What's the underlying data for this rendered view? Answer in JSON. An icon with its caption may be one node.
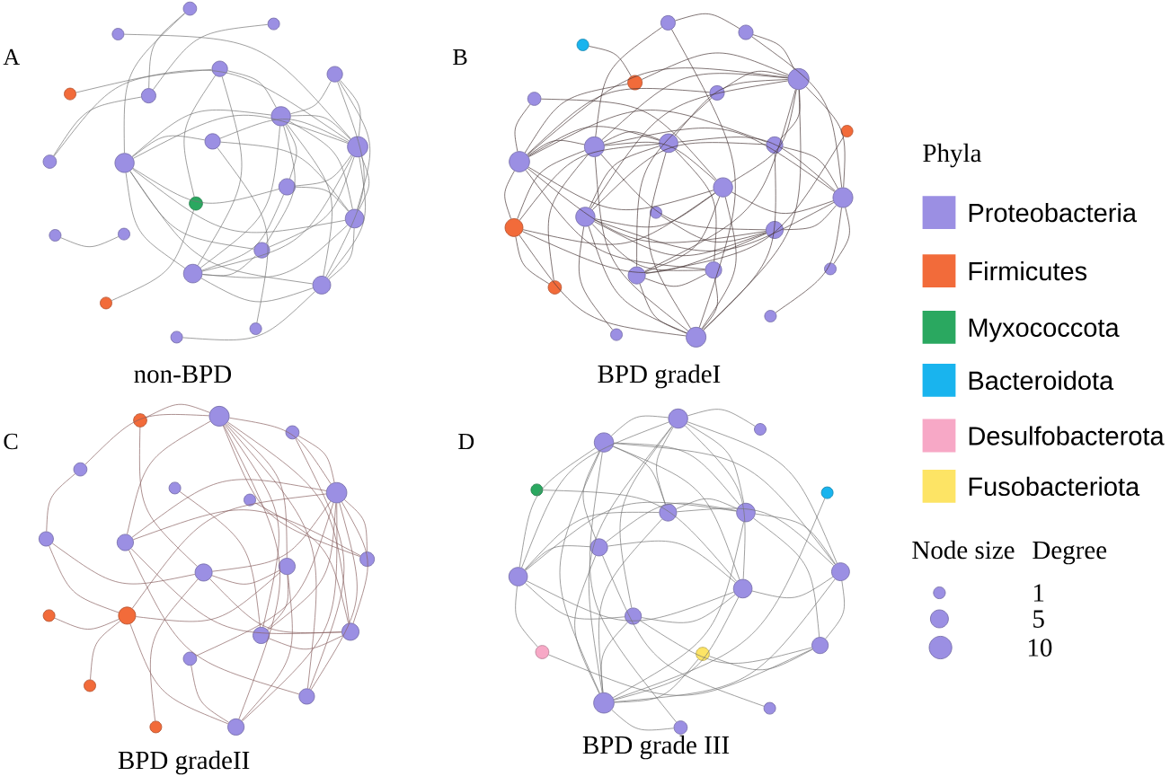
{
  "diagram": {
    "nodes": [
      {
        "text": [],
        "shape": "circle"
      },
      {
        "text": [],
        "shape": "circle"
      },
      {
        "text": [],
        "shape": "circle"
      },
      {
        "text": [],
        "shape": "circle"
      },
      {
        "text": [],
        "shape": "circle"
      },
      {
        "text": [],
        "shape": "circle"
      },
      {
        "text": [],
        "shape": "circle"
      },
      {
        "text": [],
        "shape": "circle"
      },
      {
        "text": [],
        "shape": "circle"
      },
      {
        "text": [],
        "shape": "circle"
      },
      {
        "text": [],
        "shape": "circle"
      },
      {
        "text": [],
        "shape": "circle"
      },
      {
        "text": [],
        "shape": "circle"
      },
      {
        "text": [],
        "shape": "circle"
      },
      {
        "text": [],
        "shape": "circle"
      },
      {
        "text": [],
        "shape": "circle"
      },
      {
        "text": [],
        "shape": "circle"
      },
      {
        "text": [],
        "shape": "circle"
      },
      {
        "text": [],
        "shape": "circle"
      },
      {
        "text": [],
        "shape": "circle"
      },
      {
        "text": [],
        "shape": "circle"
      },
      {
        "text": [],
        "shape": "circle"
      },
      {
        "text": [],
        "shape": "circle"
      },
      {
        "text": [],
        "shape": "circle"
      },
      {
        "text": [],
        "shape": "circle"
      },
      {
        "text": [],
        "shape": "circle"
      },
      {
        "text": [],
        "shape": "circle"
      },
      {
        "text": [],
        "shape": "circle"
      },
      {
        "text": [],
        "shape": "circle"
      },
      {
        "text": [],
        "shape": "circle"
      },
      {
        "text": [],
        "shape": "circle"
      },
      {
        "text": [],
        "shape": "circle"
      },
      {
        "text": [],
        "shape": "circle"
      },
      {
        "text": [],
        "shape": "circle"
      },
      {
        "text": [],
        "shape": "circle"
      },
      {
        "text": [],
        "shape": "circle"
      },
      {
        "text": [],
        "shape": "circle"
      },
      {
        "text": [],
        "shape": "circle"
      },
      {
        "text": [],
        "shape": "circle"
      },
      {
        "text": [],
        "shape": "circle"
      },
      {
        "text": [],
        "shape": "circle"
      },
      {
        "text": [],
        "shape": "circle"
      },
      {
        "text": [],
        "shape": "circle"
      },
      {
        "text": [],
        "shape": "circle"
      },
      {
        "text": [],
        "shape": "circle"
      },
      {
        "text": [],
        "shape": "circle"
      },
      {
        "text": [],
        "shape": "circle"
      },
      {
        "text": [],
        "shape": "circle"
      },
      {
        "text": [],
        "shape": "circle"
      },
      {
        "text": [],
        "shape": "circle"
      },
      {
        "text": [],
        "shape": "circle"
      },
      {
        "text": [],
        "shape": "circle"
      },
      {
        "text": [],
        "shape": "circle"
      },
      {
        "text": [],
        "shape": "circle"
      },
      {
        "text": [],
        "shape": "circle"
      },
      {
        "text": [],
        "shape": "circle"
      },
      {
        "text": [],
        "shape": "circle"
      },
      {
        "text": [],
        "shape": "circle"
      },
      {
        "text": [],
        "shape": "circle"
      },
      {
        "text": [],
        "shape": "circle"
      },
      {
        "text": [],
        "shape": "circle"
      },
      {
        "text": [],
        "shape": "circle"
      },
      {
        "text": [],
        "shape": "circle"
      },
      {
        "text": [],
        "shape": "circle"
      },
      {
        "text": [],
        "shape": "circle"
      },
      {
        "text": [],
        "shape": "circle"
      },
      {
        "text": [],
        "shape": "circle"
      },
      {
        "text": [],
        "shape": "circle"
      },
      {
        "text": [],
        "shape": "circle"
      },
      {
        "text": [],
        "shape": "circle"
      },
      {
        "text": [],
        "shape": "circle"
      },
      {
        "text": [],
        "shape": "circle"
      },
      {
        "text": [],
        "shape": "circle"
      },
      {
        "text": [],
        "shape": "circle"
      },
      {
        "text": [],
        "shape": "circle"
      },
      {
        "text": [],
        "shape": "circle"
      },
      {
        "text": [],
        "shape": "circle"
      },
      {
        "text": [],
        "shape": "circle"
      },
      {
        "text": [],
        "shape": "circle"
      },
      {
        "text": [],
        "shape": "circle"
      },
      {
        "text": [],
        "shape": "circle"
      },
      {
        "text": [],
        "shape": "circle"
      },
      {
        "text": [],
        "shape": "circle"
      },
      {
        "text": [],
        "shape": "circle"
      },
      {
        "text": [],
        "shape": "circle"
      },
      {
        "text": [],
        "shape": "circle"
      },
      {
        "text": [],
        "shape": "circle"
      }
    ],
    "edges": [
      {
        "from": 0,
        "to": 4,
        "arrow": "none"
      },
      {
        "from": 0,
        "to": 10,
        "arrow": "none"
      },
      {
        "from": 1,
        "to": 8,
        "arrow": "none"
      },
      {
        "from": 2,
        "to": 4,
        "arrow": "none"
      },
      {
        "from": 3,
        "to": 8,
        "arrow": "none"
      },
      {
        "from": 4,
        "to": 11,
        "arrow": "none"
      },
      {
        "from": 5,
        "to": 11,
        "arrow": "none"
      },
      {
        "from": 5,
        "to": 7,
        "arrow": "none"
      },
      {
        "from": 5,
        "to": 18,
        "arrow": "none"
      },
      {
        "from": 6,
        "to": 8,
        "arrow": "none"
      },
      {
        "from": 6,
        "to": 14,
        "arrow": "none"
      },
      {
        "from": 6,
        "to": 19,
        "arrow": "none"
      },
      {
        "from": 6,
        "to": 7,
        "arrow": "none"
      },
      {
        "from": 7,
        "to": 10,
        "arrow": "none"
      },
      {
        "from": 7,
        "to": 8,
        "arrow": "none"
      },
      {
        "from": 7,
        "to": 12,
        "arrow": "none"
      },
      {
        "from": 7,
        "to": 14,
        "arrow": "none"
      },
      {
        "from": 7,
        "to": 17,
        "arrow": "none"
      },
      {
        "from": 7,
        "to": 18,
        "arrow": "none"
      },
      {
        "from": 7,
        "to": 19,
        "arrow": "none"
      },
      {
        "from": 8,
        "to": 10,
        "arrow": "none"
      },
      {
        "from": 8,
        "to": 9,
        "arrow": "none"
      },
      {
        "from": 8,
        "to": 12,
        "arrow": "none"
      },
      {
        "from": 8,
        "to": 14,
        "arrow": "none"
      },
      {
        "from": 8,
        "to": 17,
        "arrow": "none"
      },
      {
        "from": 8,
        "to": 18,
        "arrow": "none"
      },
      {
        "from": 8,
        "to": 19,
        "arrow": "none"
      },
      {
        "from": 9,
        "to": 10,
        "arrow": "none"
      },
      {
        "from": 9,
        "to": 14,
        "arrow": "none"
      },
      {
        "from": 10,
        "to": 12,
        "arrow": "none"
      },
      {
        "from": 10,
        "to": 14,
        "arrow": "none"
      },
      {
        "from": 10,
        "to": 19,
        "arrow": "none"
      },
      {
        "from": 12,
        "to": 18,
        "arrow": "none"
      },
      {
        "from": 12,
        "to": 14,
        "arrow": "none"
      },
      {
        "from": 13,
        "to": 20,
        "arrow": "none"
      },
      {
        "from": 5,
        "to": 13,
        "arrow": "none"
      },
      {
        "from": 14,
        "to": 18,
        "arrow": "none"
      },
      {
        "from": 14,
        "to": 19,
        "arrow": "none"
      },
      {
        "from": 15,
        "to": 16,
        "arrow": "none"
      },
      {
        "from": 17,
        "to": 18,
        "arrow": "none"
      },
      {
        "from": 18,
        "to": 19,
        "arrow": "none"
      },
      {
        "from": 19,
        "to": 21,
        "arrow": "none"
      },
      {
        "from": 9,
        "to": 22,
        "arrow": "none"
      },
      {
        "from": 10,
        "to": 18,
        "arrow": "none"
      },
      {
        "from": 10,
        "to": 17,
        "arrow": "none"
      },
      {
        "from": 23,
        "to": 24,
        "arrow": "none",
        "color": "#4a3a3a"
      },
      {
        "from": 23,
        "to": 32,
        "arrow": "none",
        "color": "#4a3a3a"
      },
      {
        "from": 23,
        "to": 47,
        "arrow": "none",
        "color": "#4a3a3a"
      },
      {
        "from": 24,
        "to": 27,
        "arrow": "none",
        "color": "#4a3a3a"
      },
      {
        "from": 24,
        "to": 35,
        "arrow": "none",
        "color": "#4a3a3a"
      },
      {
        "from": 25,
        "to": 26,
        "arrow": "none",
        "color": "#4a3a3a"
      },
      {
        "from": 26,
        "to": 27,
        "arrow": "none",
        "color": "#4a3a3a"
      },
      {
        "from": 26,
        "to": 31,
        "arrow": "none",
        "color": "#4a3a3a"
      },
      {
        "from": 27,
        "to": 29,
        "arrow": "none",
        "color": "#4a3a3a"
      },
      {
        "from": 27,
        "to": 31,
        "arrow": "none",
        "color": "#4a3a3a"
      },
      {
        "from": 27,
        "to": 32,
        "arrow": "none",
        "color": "#4a3a3a"
      },
      {
        "from": 27,
        "to": 33,
        "arrow": "none",
        "color": "#4a3a3a"
      },
      {
        "from": 27,
        "to": 34,
        "arrow": "none",
        "color": "#4a3a3a"
      },
      {
        "from": 27,
        "to": 35,
        "arrow": "none",
        "color": "#4a3a3a"
      },
      {
        "from": 27,
        "to": 36,
        "arrow": "none",
        "color": "#4a3a3a"
      },
      {
        "from": 27,
        "to": 38,
        "arrow": "none",
        "color": "#4a3a3a"
      },
      {
        "from": 27,
        "to": 42,
        "arrow": "none",
        "color": "#4a3a3a"
      },
      {
        "from": 27,
        "to": 47,
        "arrow": "none",
        "color": "#4a3a3a"
      },
      {
        "from": 28,
        "to": 31,
        "arrow": "none",
        "color": "#4a3a3a"
      },
      {
        "from": 28,
        "to": 36,
        "arrow": "none",
        "color": "#4a3a3a"
      },
      {
        "from": 29,
        "to": 31,
        "arrow": "none",
        "color": "#4a3a3a"
      },
      {
        "from": 29,
        "to": 42,
        "arrow": "none",
        "color": "#4a3a3a"
      },
      {
        "from": 30,
        "to": 42,
        "arrow": "none",
        "color": "#4a3a3a"
      },
      {
        "from": 31,
        "to": 32,
        "arrow": "none",
        "color": "#4a3a3a"
      },
      {
        "from": 31,
        "to": 33,
        "arrow": "none",
        "color": "#4a3a3a"
      },
      {
        "from": 31,
        "to": 34,
        "arrow": "none",
        "color": "#4a3a3a"
      },
      {
        "from": 31,
        "to": 36,
        "arrow": "none",
        "color": "#4a3a3a"
      },
      {
        "from": 31,
        "to": 37,
        "arrow": "none",
        "color": "#4a3a3a"
      },
      {
        "from": 31,
        "to": 40,
        "arrow": "none",
        "color": "#4a3a3a"
      },
      {
        "from": 31,
        "to": 43,
        "arrow": "none",
        "color": "#4a3a3a"
      },
      {
        "from": 32,
        "to": 33,
        "arrow": "none",
        "color": "#4a3a3a"
      },
      {
        "from": 32,
        "to": 35,
        "arrow": "none",
        "color": "#4a3a3a"
      },
      {
        "from": 32,
        "to": 36,
        "arrow": "none",
        "color": "#4a3a3a"
      },
      {
        "from": 32,
        "to": 37,
        "arrow": "none",
        "color": "#4a3a3a"
      },
      {
        "from": 32,
        "to": 40,
        "arrow": "none",
        "color": "#4a3a3a"
      },
      {
        "from": 32,
        "to": 44,
        "arrow": "none",
        "color": "#4a3a3a"
      },
      {
        "from": 32,
        "to": 47,
        "arrow": "none",
        "color": "#4a3a3a"
      },
      {
        "from": 33,
        "to": 35,
        "arrow": "none",
        "color": "#4a3a3a"
      },
      {
        "from": 33,
        "to": 37,
        "arrow": "none",
        "color": "#4a3a3a"
      },
      {
        "from": 33,
        "to": 38,
        "arrow": "none",
        "color": "#4a3a3a"
      },
      {
        "from": 33,
        "to": 43,
        "arrow": "none",
        "color": "#4a3a3a"
      },
      {
        "from": 33,
        "to": 47,
        "arrow": "none",
        "color": "#4a3a3a"
      },
      {
        "from": 34,
        "to": 35,
        "arrow": "none",
        "color": "#4a3a3a"
      },
      {
        "from": 34,
        "to": 38,
        "arrow": "none",
        "color": "#4a3a3a"
      },
      {
        "from": 34,
        "to": 47,
        "arrow": "none",
        "color": "#4a3a3a"
      },
      {
        "from": 35,
        "to": 36,
        "arrow": "none",
        "color": "#4a3a3a"
      },
      {
        "from": 35,
        "to": 38,
        "arrow": "none",
        "color": "#4a3a3a"
      },
      {
        "from": 35,
        "to": 40,
        "arrow": "none",
        "color": "#4a3a3a"
      },
      {
        "from": 35,
        "to": 41,
        "arrow": "none",
        "color": "#4a3a3a"
      },
      {
        "from": 35,
        "to": 45,
        "arrow": "none",
        "color": "#4a3a3a"
      },
      {
        "from": 36,
        "to": 37,
        "arrow": "none",
        "color": "#4a3a3a"
      },
      {
        "from": 36,
        "to": 38,
        "arrow": "none",
        "color": "#4a3a3a"
      },
      {
        "from": 36,
        "to": 42,
        "arrow": "none",
        "color": "#4a3a3a"
      },
      {
        "from": 36,
        "to": 47,
        "arrow": "none",
        "color": "#4a3a3a"
      },
      {
        "from": 37,
        "to": 40,
        "arrow": "none",
        "color": "#4a3a3a"
      },
      {
        "from": 37,
        "to": 44,
        "arrow": "none",
        "color": "#4a3a3a"
      },
      {
        "from": 38,
        "to": 40,
        "arrow": "none",
        "color": "#4a3a3a"
      },
      {
        "from": 38,
        "to": 43,
        "arrow": "none",
        "color": "#4a3a3a"
      },
      {
        "from": 38,
        "to": 47,
        "arrow": "none",
        "color": "#4a3a3a"
      },
      {
        "from": 39,
        "to": 40,
        "arrow": "none",
        "color": "#4a3a3a"
      },
      {
        "from": 42,
        "to": 43,
        "arrow": "none",
        "color": "#4a3a3a"
      },
      {
        "from": 42,
        "to": 47,
        "arrow": "none",
        "color": "#4a3a3a"
      },
      {
        "from": 43,
        "to": 47,
        "arrow": "none",
        "color": "#4a3a3a"
      },
      {
        "from": 38,
        "to": 46,
        "arrow": "none",
        "color": "#4a3a3a"
      },
      {
        "from": 37,
        "to": 47,
        "arrow": "none",
        "color": "#4a3a3a"
      },
      {
        "from": 48,
        "to": 49,
        "arrow": "none",
        "color": "#8a6262"
      },
      {
        "from": 48,
        "to": 59,
        "arrow": "none",
        "color": "#8a6262"
      },
      {
        "from": 49,
        "to": 51,
        "arrow": "none",
        "color": "#8a6262"
      },
      {
        "from": 49,
        "to": 56,
        "arrow": "none",
        "color": "#8a6262"
      },
      {
        "from": 49,
        "to": 58,
        "arrow": "none",
        "color": "#8a6262"
      },
      {
        "from": 49,
        "to": 62,
        "arrow": "none",
        "color": "#8a6262"
      },
      {
        "from": 49,
        "to": 63,
        "arrow": "none",
        "color": "#8a6262"
      },
      {
        "from": 49,
        "to": 66,
        "arrow": "none",
        "color": "#8a6262"
      },
      {
        "from": 49,
        "to": 68,
        "arrow": "none",
        "color": "#8a6262"
      },
      {
        "from": 49,
        "to": 54,
        "arrow": "none",
        "color": "#8a6262"
      },
      {
        "from": 49,
        "to": 57,
        "arrow": "none",
        "color": "#8a6262"
      },
      {
        "from": 50,
        "to": 54,
        "arrow": "none",
        "color": "#8a6262"
      },
      {
        "from": 50,
        "to": 66,
        "arrow": "none",
        "color": "#8a6262"
      },
      {
        "from": 51,
        "to": 55,
        "arrow": "none",
        "color": "#8a6262"
      },
      {
        "from": 52,
        "to": 62,
        "arrow": "none",
        "color": "#8a6262"
      },
      {
        "from": 53,
        "to": 63,
        "arrow": "none",
        "color": "#8a6262"
      },
      {
        "from": 54,
        "to": 56,
        "arrow": "none",
        "color": "#8a6262"
      },
      {
        "from": 54,
        "to": 59,
        "arrow": "none",
        "color": "#8a6262"
      },
      {
        "from": 54,
        "to": 61,
        "arrow": "none",
        "color": "#8a6262"
      },
      {
        "from": 54,
        "to": 62,
        "arrow": "none",
        "color": "#8a6262"
      },
      {
        "from": 54,
        "to": 63,
        "arrow": "none",
        "color": "#8a6262"
      },
      {
        "from": 54,
        "to": 66,
        "arrow": "none",
        "color": "#8a6262"
      },
      {
        "from": 54,
        "to": 68,
        "arrow": "none",
        "color": "#8a6262"
      },
      {
        "from": 54,
        "to": 64,
        "arrow": "none",
        "color": "#8a6262"
      },
      {
        "from": 54,
        "to": 57,
        "arrow": "none",
        "color": "#8a6262"
      },
      {
        "from": 55,
        "to": 61,
        "arrow": "none",
        "color": "#8a6262"
      },
      {
        "from": 55,
        "to": 59,
        "arrow": "none",
        "color": "#8a6262"
      },
      {
        "from": 56,
        "to": 57,
        "arrow": "none",
        "color": "#8a6262"
      },
      {
        "from": 56,
        "to": 63,
        "arrow": "none",
        "color": "#8a6262"
      },
      {
        "from": 56,
        "to": 66,
        "arrow": "none",
        "color": "#8a6262"
      },
      {
        "from": 58,
        "to": 61,
        "arrow": "none",
        "color": "#8a6262"
      },
      {
        "from": 58,
        "to": 62,
        "arrow": "none",
        "color": "#8a6262"
      },
      {
        "from": 58,
        "to": 68,
        "arrow": "none",
        "color": "#8a6262"
      },
      {
        "from": 58,
        "to": 59,
        "arrow": "none",
        "color": "#8a6262"
      },
      {
        "from": 59,
        "to": 63,
        "arrow": "none",
        "color": "#8a6262"
      },
      {
        "from": 60,
        "to": 61,
        "arrow": "none",
        "color": "#8a6262"
      },
      {
        "from": 61,
        "to": 65,
        "arrow": "none",
        "color": "#8a6262"
      },
      {
        "from": 61,
        "to": 68,
        "arrow": "none",
        "color": "#8a6262"
      },
      {
        "from": 62,
        "to": 63,
        "arrow": "none",
        "color": "#8a6262"
      },
      {
        "from": 67,
        "to": 59,
        "arrow": "none",
        "color": "#8a6262"
      },
      {
        "from": 64,
        "to": 68,
        "arrow": "none",
        "color": "#8a6262"
      },
      {
        "from": 69,
        "to": 70,
        "arrow": "none"
      },
      {
        "from": 69,
        "to": 71,
        "arrow": "none"
      },
      {
        "from": 69,
        "to": 74,
        "arrow": "none"
      },
      {
        "from": 69,
        "to": 75,
        "arrow": "none"
      },
      {
        "from": 69,
        "to": 78,
        "arrow": "none"
      },
      {
        "from": 69,
        "to": 84,
        "arrow": "none"
      },
      {
        "from": 69,
        "to": 79,
        "arrow": "none"
      },
      {
        "from": 69,
        "to": 77,
        "arrow": "none"
      },
      {
        "from": 69,
        "to": 80,
        "arrow": "none"
      },
      {
        "from": 70,
        "to": 74,
        "arrow": "none"
      },
      {
        "from": 70,
        "to": 75,
        "arrow": "none"
      },
      {
        "from": 70,
        "to": 76,
        "arrow": "none"
      },
      {
        "from": 70,
        "to": 84,
        "arrow": "none"
      },
      {
        "from": 70,
        "to": 86,
        "arrow": "none"
      },
      {
        "from": 70,
        "to": 78,
        "arrow": "none"
      },
      {
        "from": 70,
        "to": 79,
        "arrow": "none"
      },
      {
        "from": 72,
        "to": 79,
        "arrow": "none"
      },
      {
        "from": 73,
        "to": 84,
        "arrow": "none"
      },
      {
        "from": 74,
        "to": 75,
        "arrow": "none"
      },
      {
        "from": 74,
        "to": 77,
        "arrow": "none"
      },
      {
        "from": 74,
        "to": 84,
        "arrow": "none"
      },
      {
        "from": 74,
        "to": 78,
        "arrow": "none"
      },
      {
        "from": 75,
        "to": 76,
        "arrow": "none"
      },
      {
        "from": 75,
        "to": 78,
        "arrow": "none"
      },
      {
        "from": 75,
        "to": 84,
        "arrow": "none"
      },
      {
        "from": 75,
        "to": 83,
        "arrow": "none"
      },
      {
        "from": 75,
        "to": 77,
        "arrow": "none"
      },
      {
        "from": 76,
        "to": 77,
        "arrow": "none"
      },
      {
        "from": 76,
        "to": 79,
        "arrow": "none"
      },
      {
        "from": 76,
        "to": 84,
        "arrow": "none"
      },
      {
        "from": 76,
        "to": 85,
        "arrow": "none"
      },
      {
        "from": 77,
        "to": 79,
        "arrow": "none"
      },
      {
        "from": 77,
        "to": 80,
        "arrow": "none"
      },
      {
        "from": 77,
        "to": 81,
        "arrow": "none"
      },
      {
        "from": 78,
        "to": 79,
        "arrow": "none"
      },
      {
        "from": 78,
        "to": 83,
        "arrow": "none"
      },
      {
        "from": 78,
        "to": 84,
        "arrow": "none"
      },
      {
        "from": 79,
        "to": 84,
        "arrow": "none"
      },
      {
        "from": 79,
        "to": 80,
        "arrow": "none"
      },
      {
        "from": 80,
        "to": 84,
        "arrow": "none"
      },
      {
        "from": 80,
        "to": 83,
        "arrow": "none"
      },
      {
        "from": 81,
        "to": 83,
        "arrow": "none"
      },
      {
        "from": 82,
        "to": 83,
        "arrow": "none"
      },
      {
        "from": 82,
        "to": 84,
        "arrow": "none"
      },
      {
        "from": 84,
        "to": 86,
        "arrow": "none"
      },
      {
        "from": 70,
        "to": 77,
        "arrow": "none"
      }
    ],
    "labels": [
      "A",
      "B",
      "non-BPD",
      "BPD gradeI",
      "C",
      "D",
      "BPD gradeII",
      "BPD grade III",
      "Phyla",
      "Node size",
      "Degree"
    ],
    "legend": [
      {
        "text": "Proteobacteria",
        "color": "#9b8fe3"
      },
      {
        "text": "Firmicutes",
        "color": "#f26b3a"
      },
      {
        "text": "Myxococcota",
        "color": "#2aa860"
      },
      {
        "text": "Bacteroidota",
        "color": "#19b4ee"
      },
      {
        "text": "Desulfobacterota",
        "color": "#f7a8c6"
      },
      {
        "text": "Fusobacteriota",
        "color": "#fde465"
      },
      {
        "text": "1"
      },
      {
        "text": "5"
      },
      {
        "text": "10"
      }
    ]
  }
}
